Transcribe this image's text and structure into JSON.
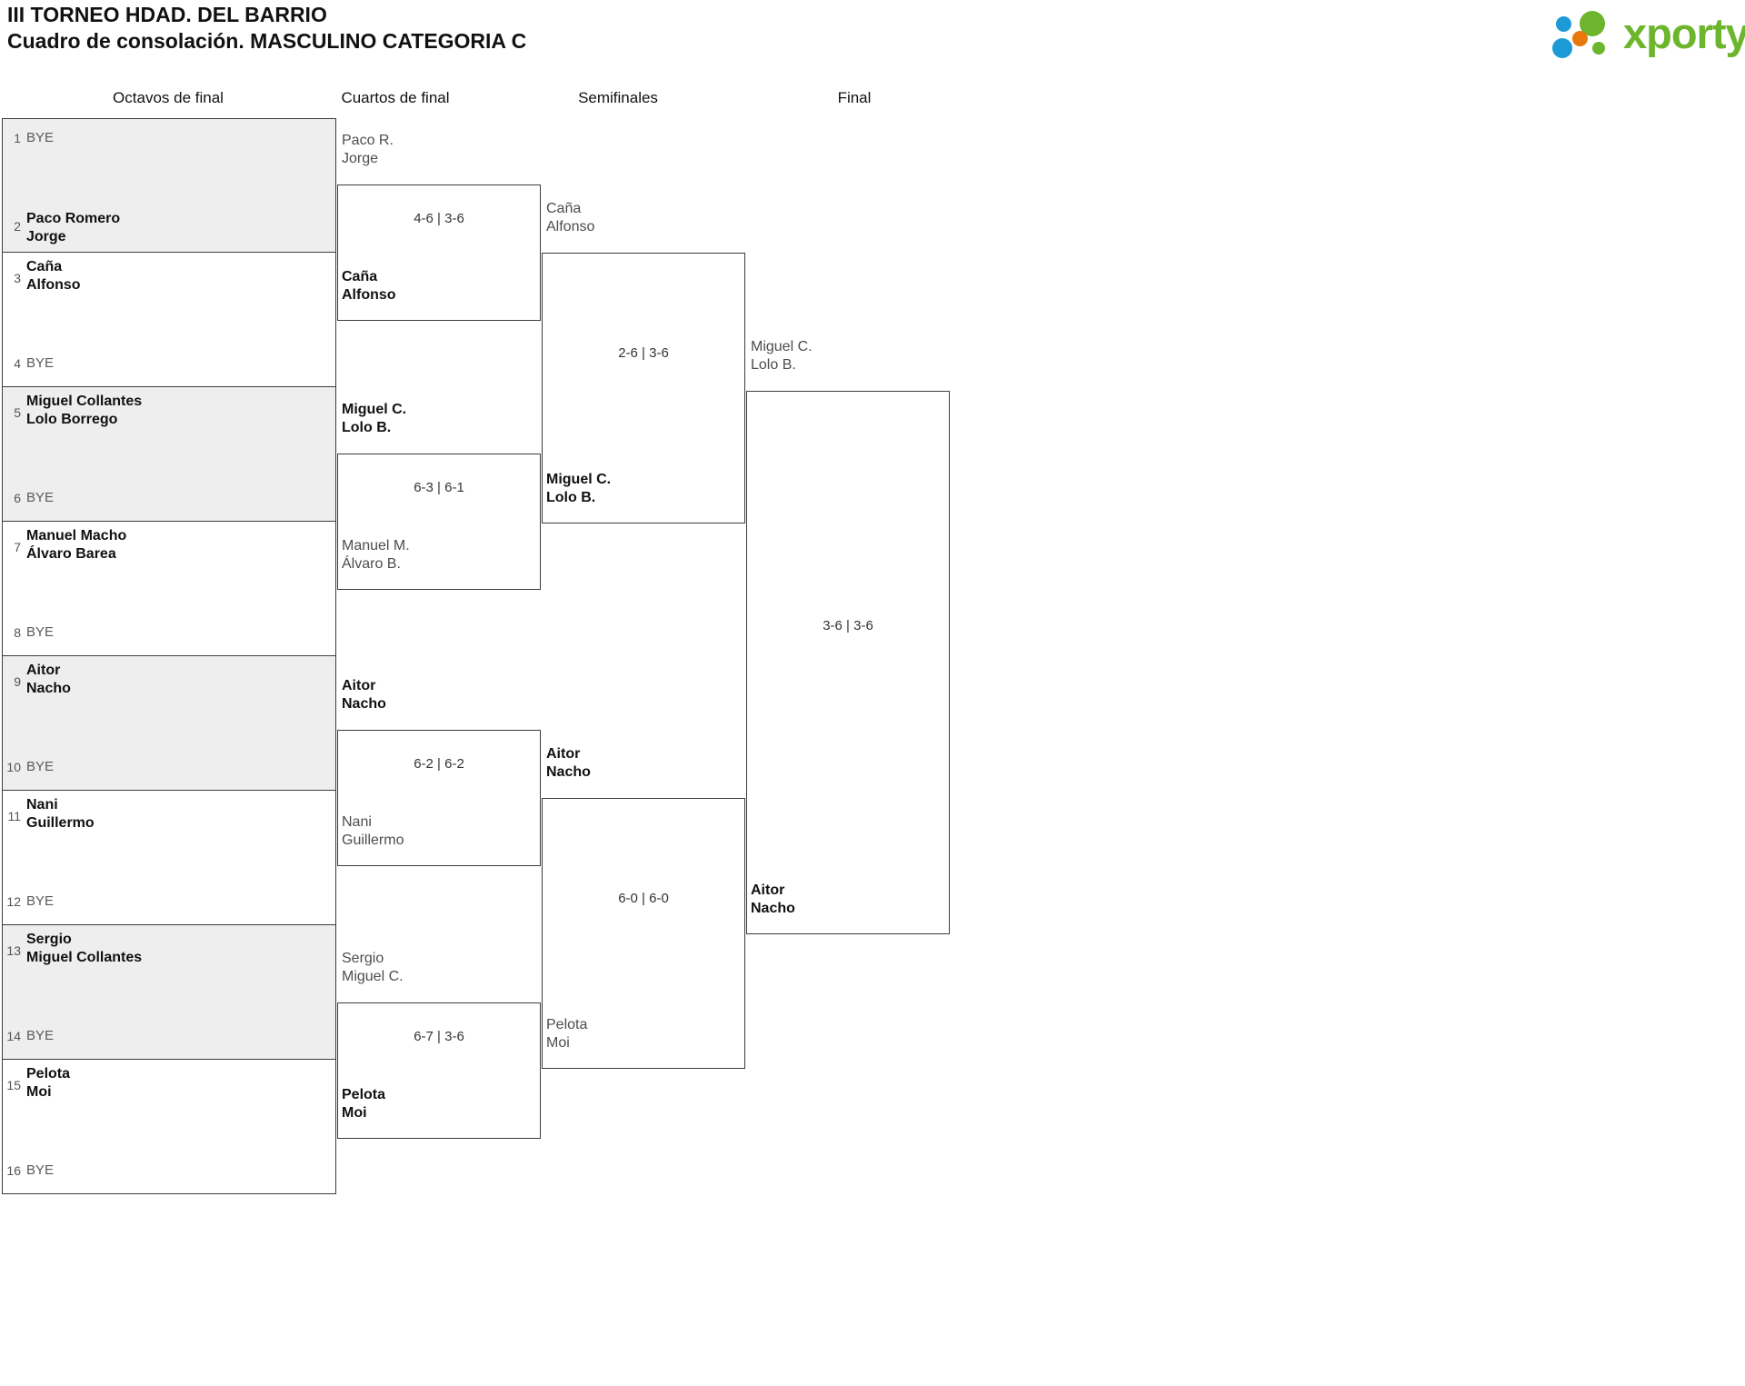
{
  "header": {
    "title_line1": "III TORNEO HDAD. DEL BARRIO",
    "title_line2": "Cuadro de consolación. MASCULINO CATEGORIA C"
  },
  "logo": {
    "word": "xporty",
    "colors": {
      "green": "#6cb52d",
      "blue": "#1b9ad6",
      "orange": "#e8780c"
    }
  },
  "rounds": [
    {
      "id": "octavos",
      "label": "Octavos de final"
    },
    {
      "id": "cuartos",
      "label": "Cuartos de final"
    },
    {
      "id": "semifinales",
      "label": "Semifinales"
    },
    {
      "id": "final",
      "label": "Final"
    }
  ],
  "bye_label": "BYE",
  "round1": [
    {
      "seed": "1",
      "line1": "BYE",
      "line2": "",
      "state": "bye"
    },
    {
      "seed": "2",
      "line1": "Paco Romero",
      "line2": "Jorge",
      "state": "win"
    },
    {
      "seed": "3",
      "line1": "Caña",
      "line2": "Alfonso",
      "state": "win"
    },
    {
      "seed": "4",
      "line1": "BYE",
      "line2": "",
      "state": "bye"
    },
    {
      "seed": "5",
      "line1": "Miguel Collantes",
      "line2": "Lolo Borrego",
      "state": "win"
    },
    {
      "seed": "6",
      "line1": "BYE",
      "line2": "",
      "state": "bye"
    },
    {
      "seed": "7",
      "line1": "Manuel Macho",
      "line2": "Álvaro Barea",
      "state": "win"
    },
    {
      "seed": "8",
      "line1": "BYE",
      "line2": "",
      "state": "bye"
    },
    {
      "seed": "9",
      "line1": "Aitor",
      "line2": "Nacho",
      "state": "win"
    },
    {
      "seed": "10",
      "line1": "BYE",
      "line2": "",
      "state": "bye"
    },
    {
      "seed": "11",
      "line1": "Nani",
      "line2": "Guillermo",
      "state": "win"
    },
    {
      "seed": "12",
      "line1": "BYE",
      "line2": "",
      "state": "bye"
    },
    {
      "seed": "13",
      "line1": "Sergio",
      "line2": "Miguel Collantes",
      "state": "win"
    },
    {
      "seed": "14",
      "line1": "BYE",
      "line2": "",
      "state": "bye"
    },
    {
      "seed": "15",
      "line1": "Pelota",
      "line2": "Moi",
      "state": "win"
    },
    {
      "seed": "16",
      "line1": "BYE",
      "line2": "",
      "state": "bye"
    }
  ],
  "quarterfinals": [
    {
      "score": "4-6 | 3-6",
      "top": {
        "line1": "Paco R.",
        "line2": "Jorge",
        "state": "lose"
      },
      "bottom": {
        "line1": "Caña",
        "line2": "Alfonso",
        "state": "win"
      },
      "winner": {
        "line1": "Caña",
        "line2": "Alfonso",
        "state": "lose"
      }
    },
    {
      "score": "6-3 | 6-1",
      "top": {
        "line1": "Miguel C.",
        "line2": "Lolo B.",
        "state": "win"
      },
      "bottom": {
        "line1": "Manuel M.",
        "line2": "Álvaro B.",
        "state": "lose"
      },
      "winner": {
        "line1": "Miguel C.",
        "line2": "Lolo B.",
        "state": "win"
      }
    },
    {
      "score": "6-2 | 6-2",
      "top": {
        "line1": "Aitor",
        "line2": "Nacho",
        "state": "win"
      },
      "bottom": {
        "line1": "Nani",
        "line2": "Guillermo",
        "state": "lose"
      },
      "winner": {
        "line1": "Aitor",
        "line2": "Nacho",
        "state": "win"
      }
    },
    {
      "score": "6-7 | 3-6",
      "top": {
        "line1": "Sergio",
        "line2": "Miguel C.",
        "state": "lose"
      },
      "bottom": {
        "line1": "Pelota",
        "line2": "Moi",
        "state": "win"
      },
      "winner": {
        "line1": "Pelota",
        "line2": "Moi",
        "state": "lose"
      }
    }
  ],
  "semifinals": [
    {
      "score": "2-6 | 3-6",
      "winner": {
        "line1": "Miguel C.",
        "line2": "Lolo B.",
        "state": "lose"
      }
    },
    {
      "score": "6-0 | 6-0",
      "winner": {
        "line1": "Aitor",
        "line2": "Nacho",
        "state": "win"
      }
    }
  ],
  "final": {
    "score": "3-6 | 3-6",
    "champion": {
      "line1": "Aitor",
      "line2": "Nacho",
      "state": "win"
    }
  }
}
